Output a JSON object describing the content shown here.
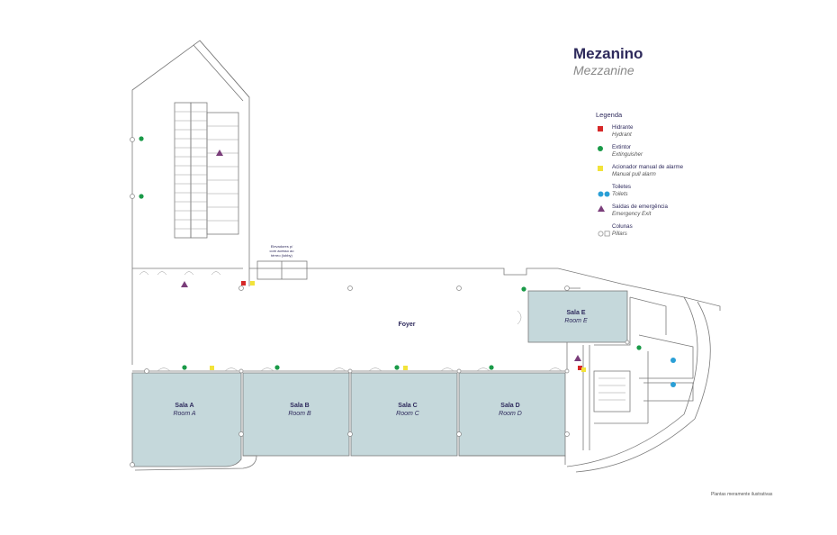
{
  "header": {
    "title": "Mezanino",
    "subtitle": "Mezzanine"
  },
  "legend": {
    "title": "Legenda",
    "items": [
      {
        "key": "hydrant",
        "label_pt": "Hidrante",
        "label_en": "Hydrant",
        "icon": "hydrant-square-icon",
        "color": "#d62828"
      },
      {
        "key": "extinguisher",
        "label_pt": "Extintor",
        "label_en": "Extinguisher",
        "icon": "extinguisher-dot-icon",
        "color": "#1a9a48"
      },
      {
        "key": "alarm",
        "label_pt": "Acionador manual de alarme",
        "label_en": "Manual pull alarm",
        "icon": "alarm-square-icon",
        "color": "#f2e33a"
      },
      {
        "key": "toilets",
        "label_pt": "Toiletes",
        "label_en": "Toilets",
        "icon": "toilets-icon",
        "color": "#2a9fd6"
      },
      {
        "key": "exit",
        "label_pt": "Saídas de emergência",
        "label_en": "Emergency Exit",
        "icon": "emergency-exit-triangle-icon",
        "color": "#7a3d7a"
      },
      {
        "key": "pillars",
        "label_pt": "Colunas",
        "label_en": "Pillars",
        "icon": "pillar-icon",
        "color": "#888888"
      }
    ]
  },
  "rooms": {
    "sala_a": {
      "name": "Sala A",
      "name_en": "Room A"
    },
    "sala_b": {
      "name": "Sala B",
      "name_en": "Room B"
    },
    "sala_c": {
      "name": "Sala C",
      "name_en": "Room C"
    },
    "sala_d": {
      "name": "Sala D",
      "name_en": "Room D"
    },
    "sala_e": {
      "name": "Sala E",
      "name_en": "Room E"
    },
    "foyer": {
      "name": "Foyer"
    }
  },
  "elevators": {
    "line1": "Elevadores p/",
    "line2": "com acesso ao",
    "line3": "térreo (lobby)"
  },
  "colors": {
    "room_fill": "#c5d8db",
    "wall": "#7a7a7a",
    "text": "#2e2a5c"
  },
  "note": "Plantas meramente ilustrativas"
}
